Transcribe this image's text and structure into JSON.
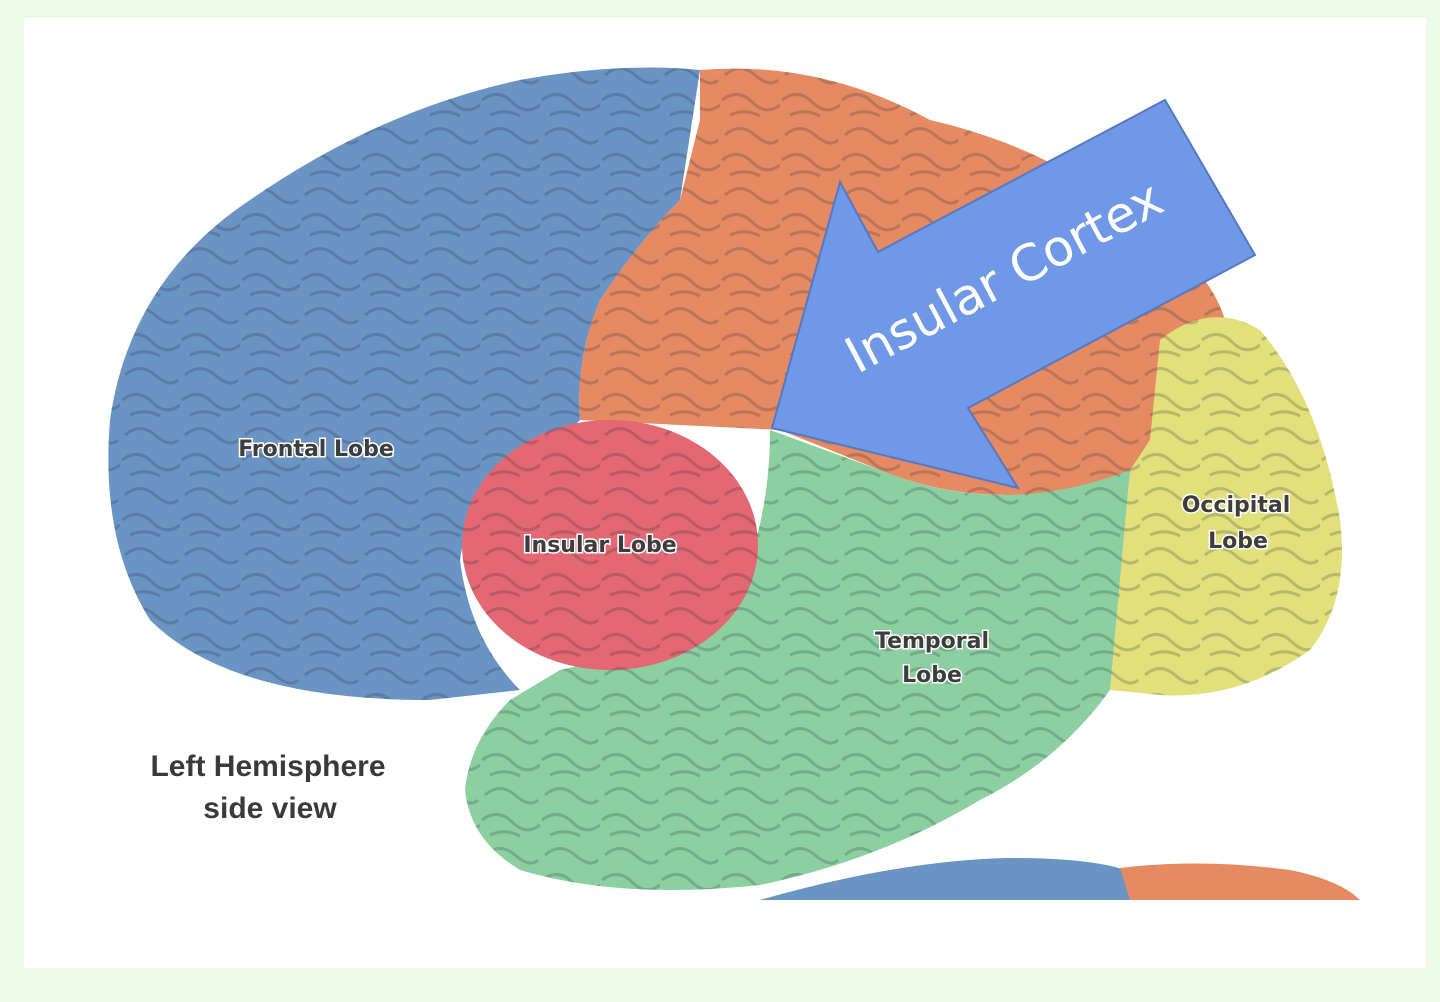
{
  "labels": {
    "frontal": "Frontal Lobe",
    "insular": "Insular Lobe",
    "occipital_line1": "Occipital",
    "occipital_line2": "Lobe",
    "temporal_line1": "Temporal",
    "temporal_line2": "Lobe"
  },
  "caption": {
    "line1": "Left Hemisphere",
    "line2": "side view"
  },
  "callout": {
    "text": "Insular Cortex"
  },
  "colors": {
    "frontal": "#6a94c4",
    "parietal": "#e58a62",
    "occipital": "#e2e07a",
    "temporal": "#8ccfa0",
    "insular": "#e46873",
    "arrow": "#6f98e6",
    "background": "#eefbe8"
  }
}
